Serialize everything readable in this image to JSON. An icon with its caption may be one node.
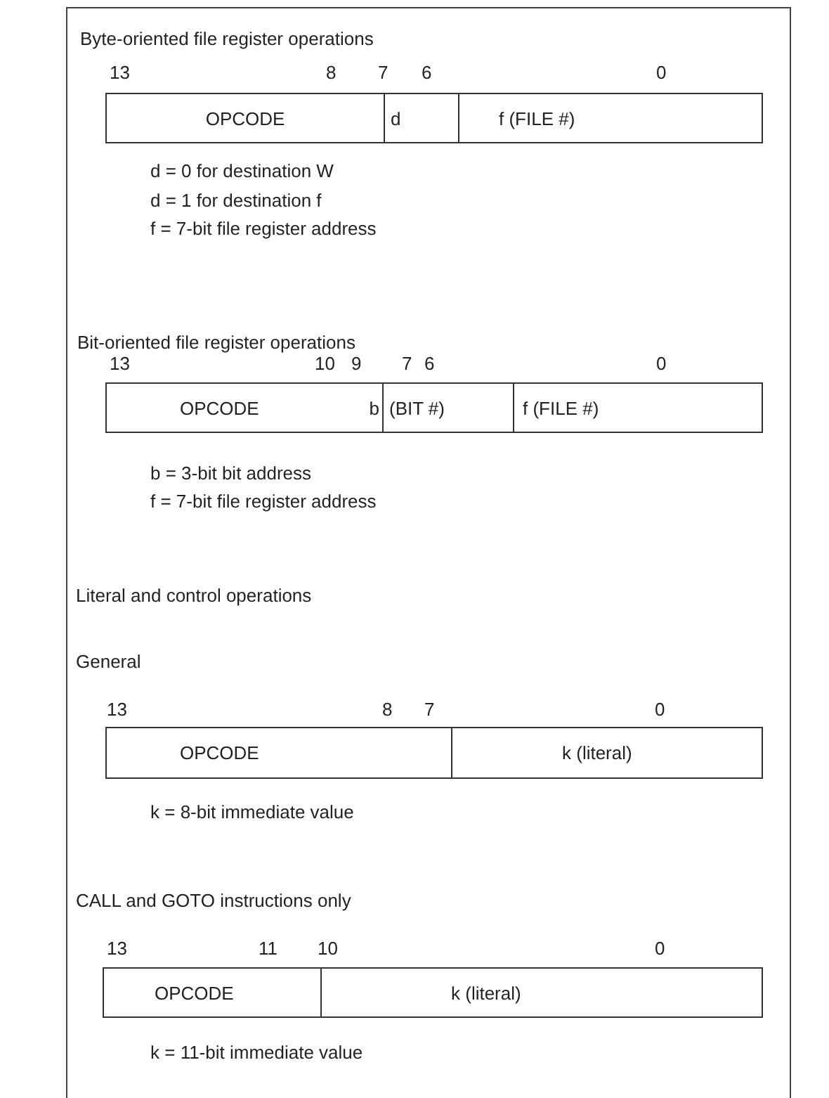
{
  "diagram": {
    "nodes": [
      {
        "text": [
          "OPCODE"
        ]
      },
      {
        "text": [
          "d"
        ]
      },
      {
        "text": [
          "f (FILE #)"
        ]
      },
      {
        "text": [
          "OPCODE",
          "b"
        ]
      },
      {
        "text": [
          "(BIT #)"
        ]
      },
      {
        "text": [
          "f (FILE #)"
        ]
      },
      {
        "text": [
          "OPCODE"
        ]
      },
      {
        "text": [
          "k (literal)"
        ]
      },
      {
        "text": [
          "OPCODE"
        ]
      },
      {
        "text": [
          "k (literal)"
        ]
      }
    ],
    "labels": [
      "Byte-oriented file register operations",
      "13",
      "8",
      "7",
      "6",
      "0",
      "d = 0 for destination W",
      "d = 1 for destination f",
      "f = 7-bit file register address",
      "Bit-oriented file register operations",
      "13",
      "10",
      "9",
      "7",
      "6",
      "0",
      "b = 3-bit bit address",
      "f = 7-bit file register address",
      "Literal and control operations",
      "General",
      "13",
      "8",
      "7",
      "0",
      "k = 8-bit immediate value",
      "CALL and GOTO instructions only",
      "13",
      "11",
      "10",
      "0",
      "k = 11-bit immediate value"
    ]
  }
}
